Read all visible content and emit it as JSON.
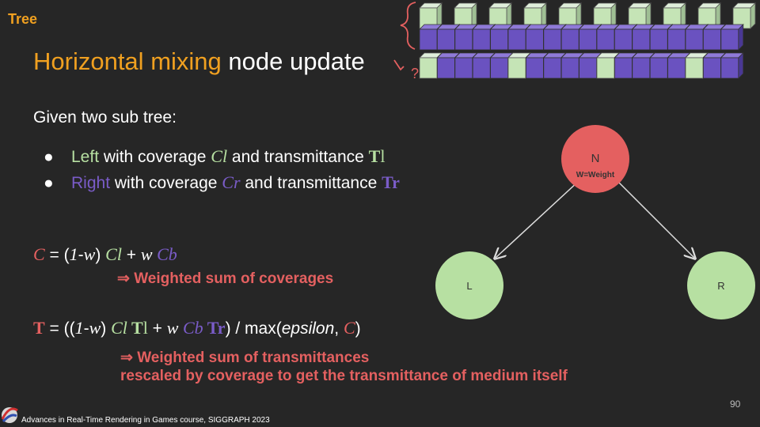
{
  "section_tag": "Tree",
  "title": {
    "part1": "Horizontal",
    "part2": "mixing",
    "part3": "node update"
  },
  "intro": "Given two sub tree:",
  "bullets": [
    {
      "name": "Left",
      "rest": " with coverage ",
      "cov": "Cl",
      "mid": " and transmittance ",
      "trans_bold": "T",
      "trans_rest": "l"
    },
    {
      "name": "Right",
      "rest": " with coverage ",
      "cov": "Cr",
      "mid": " and transmittance ",
      "trans_bold": "Tr",
      "trans_rest": ""
    }
  ],
  "formula1": {
    "c": "C",
    "eq": " = (",
    "one": "1",
    "minus": "-",
    "w1": "w",
    "close": ") ",
    "cl": "Cl",
    "plus": "  + ",
    "w2": "w",
    "cb": " Cb"
  },
  "note1": "⇒ Weighted sum of coverages",
  "formula2": {
    "t": "T",
    "eq": " = ((",
    "one": "1",
    "minus": "-",
    "w1": "w",
    "close": ") ",
    "cl": "Cl",
    "tl_bold": " T",
    "tl_rest": "l",
    "plus": " + ",
    "w2": "w",
    "cb": " Cb",
    "tr": " Tr",
    "close2": ")  /  max(",
    "eps": "epsilon",
    "comma": ", ",
    "c": "C",
    "close3": ")"
  },
  "note2_line1": "⇒ Weighted sum of transmittances",
  "note2_line2": "rescaled by coverage to get the transmittance of medium itself",
  "tree": {
    "root_label": "N",
    "root_sub": "W=Weight",
    "left_label": "L",
    "right_label": "R"
  },
  "question_mark": "?",
  "footer": "Advances in Real-Time Rendering in Games course, SIGGRAPH  2023",
  "page_number": "90",
  "colors": {
    "background": "#262626",
    "orange": "#f0a020",
    "green": "#b7e0a2",
    "purple": "#7a5cc8",
    "red": "#e46060",
    "root_node": "#e46060",
    "child_node": "#b7e0a2"
  }
}
